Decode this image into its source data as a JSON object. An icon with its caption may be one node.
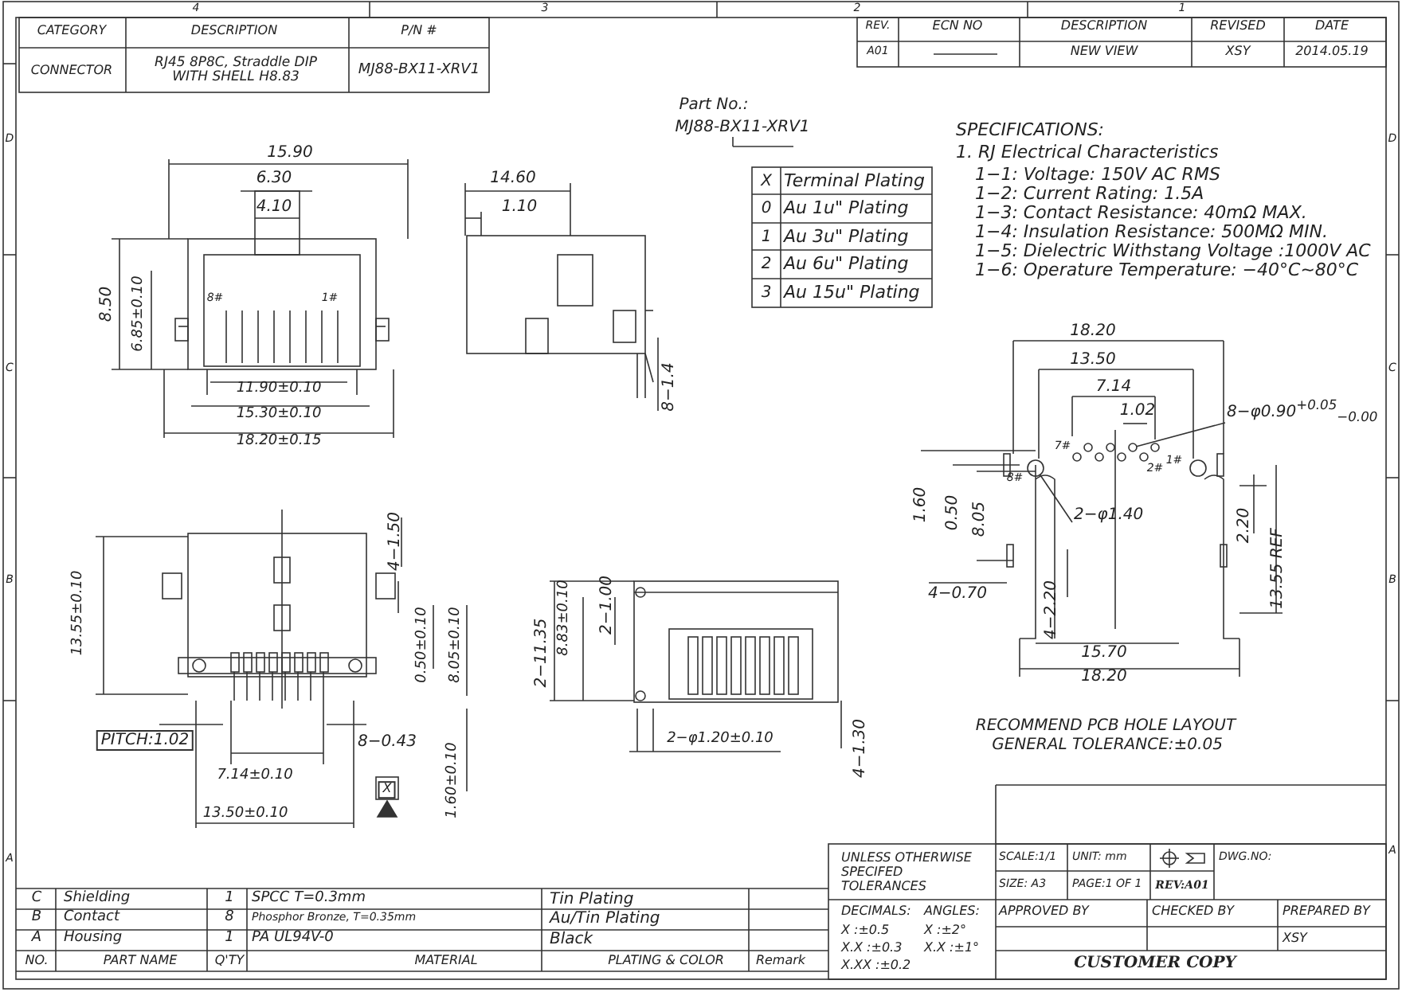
{
  "diagram": {
    "nodes": [
      {
        "text": [
          "8−φ0.90$^{+0.05}$$_{−0.00}$"
        ]
      },
      {
        "text": [
          "2−φ1.40"
        ]
      },
      {
        "text": [],
        "shape": "circle"
      },
      {
        "text": [],
        "shape": "circle"
      }
    ],
    "edges": [
      {
        "from": 0,
        "to": 2,
        "arrow": "none"
      },
      {
        "from": 1,
        "to": 3,
        "arrow": "none"
      }
    ],
    "labels": [
      "CATEGORY",
      "DESCRIPTION",
      "P/N #",
      "CONNECTOR",
      "RJ45 8P8C, Straddle DIP WITH SHELL H8.83",
      "MJ88-BX11-XRV1",
      "REV.",
      "ECN NO",
      "DESCRIPTION",
      "REVISED",
      "DATE",
      "A01",
      "NEW VIEW",
      "XSY",
      "2014.05.19",
      "4",
      "3",
      "2",
      "1",
      "D",
      "C",
      "B",
      "A",
      "D",
      "C",
      "B",
      "A",
      "Part No.:",
      "MJ88-BX11-XRV1",
      "15.90",
      "6.30",
      "4.10",
      "8.50",
      "6.85±0.10",
      "8#",
      "1#",
      "11.90±0.10",
      "15.30±0.10",
      "18.20±0.15",
      "14.60",
      "1.10",
      "8−1.4",
      "X",
      "Terminal Plating",
      "0",
      "Au 1u\" Plating",
      "1",
      "Au 3u\" Plating",
      "2",
      "Au 6u\" Plating",
      "3",
      "Au 15u\" Plating",
      "SPECIFICATIONS:",
      "1. RJ Electrical Characteristics",
      "1−1: Voltage: 150V AC RMS",
      "1−2: Current Rating: 1.5A",
      "1−3: Contact Resistance: 40mΩ MAX.",
      "1−4: Insulation Resistance: 500MΩ MIN.",
      "1−5: Dielectric Withstang Voltage :1000V AC",
      "1−6: Operature Temperature: −40°C~80°C",
      "18.20",
      "13.50",
      "7.14",
      "1.02",
      "7#",
      "8#",
      "1#",
      "2#",
      "1.60",
      "0.50",
      "8.05",
      "2.20",
      "13.55 REF",
      "4−0.70",
      "4−2.20",
      "15.70",
      "18.20",
      "RECOMMEND PCB HOLE LAYOUT",
      "GENERAL TOLERANCE:±0.05",
      "13.55±0.10",
      "4−1.50",
      "0.50±0.10",
      "8.05±0.10",
      "PITCH:1.02",
      "8−0.43",
      "7.14±0.10",
      "1.60±0.10",
      "X",
      "13.50±0.10",
      "2−11.35",
      "8.83±0.10",
      "2−1.00",
      "2−φ1.20±0.10",
      "4−1.30",
      "UNLESS OTHERWISE SPECIFED TOLERANCES",
      "DECIMALS:",
      "ANGLES:",
      "X :±0.5",
      "X :±2°",
      "X.X :±0.3",
      "X.X :±1°",
      "X.XX :±0.2",
      "SCALE:1/1",
      "UNIT: mm",
      "SIZE: A3",
      "PAGE:1 OF 1",
      "REV:A01",
      "DWG.NO:",
      "APPROVED BY",
      "CHECKED BY",
      "PREPARED BY",
      "XSY",
      "CUSTOMER COPY",
      "C",
      "Shielding",
      "1",
      "SPCC T=0.3mm",
      "Tin Plating",
      "B",
      "Contact",
      "8",
      "Phosphor Bronze, T=0.35mm",
      "Au/Tin Plating",
      "A",
      "Housing",
      "1",
      "PA UL94V-0",
      "Black",
      "NO.",
      "PART NAME",
      "Q'TY",
      "MATERIAL",
      "PLATING & COLOR",
      "Remark"
    ]
  }
}
